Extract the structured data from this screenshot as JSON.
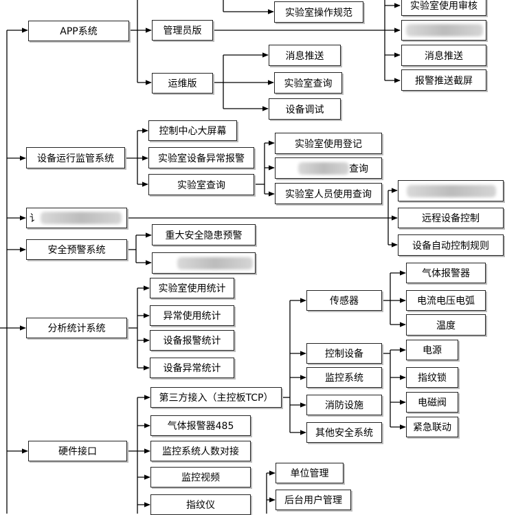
{
  "nodes": {
    "app_system": "APP系统",
    "admin_edition": "管理员版",
    "ops_edition": "运维版",
    "lab_operation_rules": "实验室操作规范",
    "lab_usage_review": "实验室使用审核",
    "admin_msg_push": "消息推送",
    "alarm_push_screenshot": "报警推送截屏",
    "ops_msg_push": "消息推送",
    "ops_lab_query": "实验室查询",
    "device_debug": "设备调试",
    "device_monitor_system": "设备运行监管系统",
    "control_center_screen": "控制中心大屏幕",
    "lab_device_alarm": "实验室设备异常报警",
    "monitor_lab_query": "实验室查询",
    "lab_usage_register": "实验室使用登记",
    "partial_query_suffix": "查询",
    "lab_personnel_query": "实验室人员使用查询",
    "remote_device_control": "远程设备控制",
    "auto_control_rules": "设备自动控制规则",
    "safety_warning_system": "安全预警系统",
    "major_hazard_warning": "重大安全隐患预警",
    "analysis_system": "分析统计系统",
    "lab_usage_stats": "实验室使用统计",
    "abnormal_usage_stats": "异常使用统计",
    "device_alarm_stats": "设备报警统计",
    "device_abnormal_stats": "设备异常统计",
    "sensor": "传感器",
    "gas_alarm": "气体报警器",
    "current_voltage_arc": "电流电压电弧",
    "temperature": "温度",
    "control_device": "控制设备",
    "power": "电源",
    "fingerprint_lock": "指纹锁",
    "solenoid_valve": "电磁阀",
    "emergency_linkage": "紧急联动",
    "monitoring_system": "监控系统",
    "fire_facility": "消防设施",
    "other_safety_system": "其他安全系统",
    "hardware_interface": "硬件接口",
    "third_party_access": "第三方接入（主控板TCP）",
    "gas_alarm_485": "气体报警器485",
    "monitor_people_count": "监控系统人数对接",
    "monitor_video": "监控视频",
    "fingerprint_device": "指纹仪",
    "unit_management": "单位管理",
    "backend_user_mgmt": "后台用户管理",
    "partial_prefix_lab": "讠",
    "partial_prefix_bei": "　"
  }
}
